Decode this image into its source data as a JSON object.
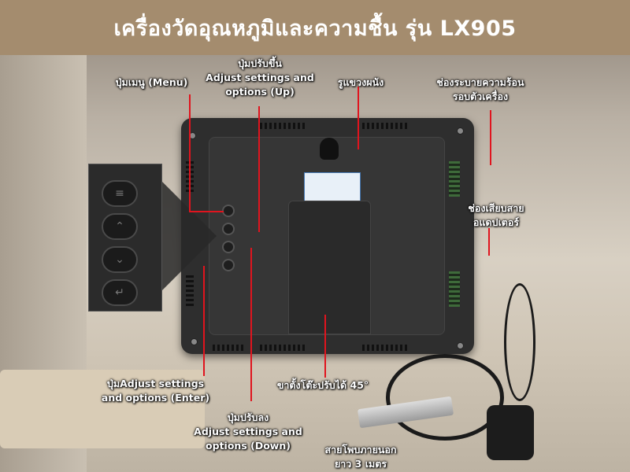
{
  "title": "เครื่องวัดอุณหภูมิและความชื้น รุ่น LX905",
  "labels": {
    "menu": "ปุ่มเมนู (Menu)",
    "up_th": "ปุ่มปรับขึ้น",
    "up_en1": "Adjust settings and",
    "up_en2": "options (Up)",
    "wall_hole": "รูแขวงผนัง",
    "vent1": "ช่องระบายความร้อน",
    "vent2": "รอบตัวเครื่อง",
    "adapter1": "ช่องเสียบสาย",
    "adapter2": "อแดปเตอร์",
    "enter1": "ปุ่มAdjust settings",
    "enter2": "and options (Enter)",
    "stand": "ขาตั้งโต๊ะปรับได้ 45°",
    "down_th": "ปุ่มปรับลง",
    "down_en1": "Adjust settings and",
    "down_en2": "options (Down)",
    "probe1": "สายโพบภายนอก",
    "probe2": "ยาว 3 เมตร"
  },
  "inset_icons": [
    "≡",
    "⌃",
    "⌄",
    "↵"
  ],
  "colors": {
    "accent_line": "#e0141e",
    "title_band": "#a48c6e"
  }
}
